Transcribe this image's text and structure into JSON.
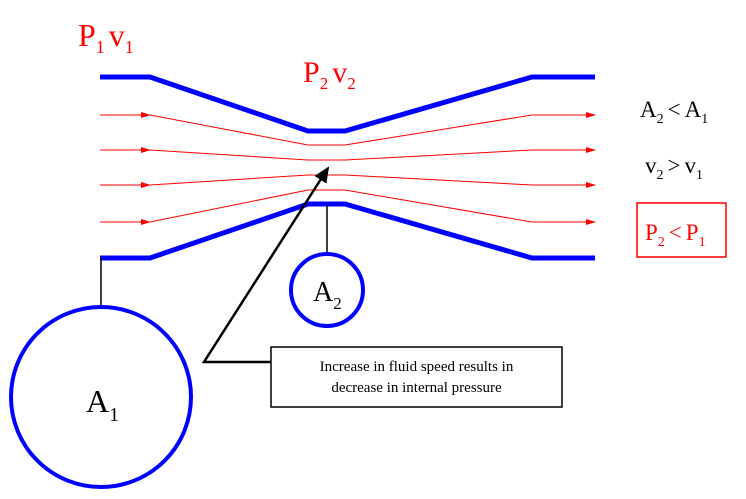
{
  "labels": {
    "p1": "P",
    "p1_sub": "1",
    "v1": "v",
    "v1_sub": "1",
    "p2": "P",
    "p2_sub": "2",
    "v2": "v",
    "v2_sub": "2"
  },
  "relations": {
    "area": {
      "lhs": "A",
      "lhs_sub": "2",
      "op": "<",
      "rhs": "A",
      "rhs_sub": "1"
    },
    "speed": {
      "lhs": "v",
      "lhs_sub": "2",
      "op": ">",
      "rhs": "v",
      "rhs_sub": "1"
    },
    "pressure": {
      "lhs": "P",
      "lhs_sub": "2",
      "op": "<",
      "rhs": "P",
      "rhs_sub": "1"
    }
  },
  "circles": {
    "a1": {
      "letter": "A",
      "sub": "1"
    },
    "a2": {
      "letter": "A",
      "sub": "2"
    }
  },
  "callout": {
    "line1": "Increase in fluid speed results in",
    "line2": "decrease in internal pressure"
  },
  "colors": {
    "pipe": "#0000ff",
    "flow": "#ff0000",
    "label_red": "#ff0000",
    "text": "#000000",
    "highlight_box": "#ff0000"
  }
}
